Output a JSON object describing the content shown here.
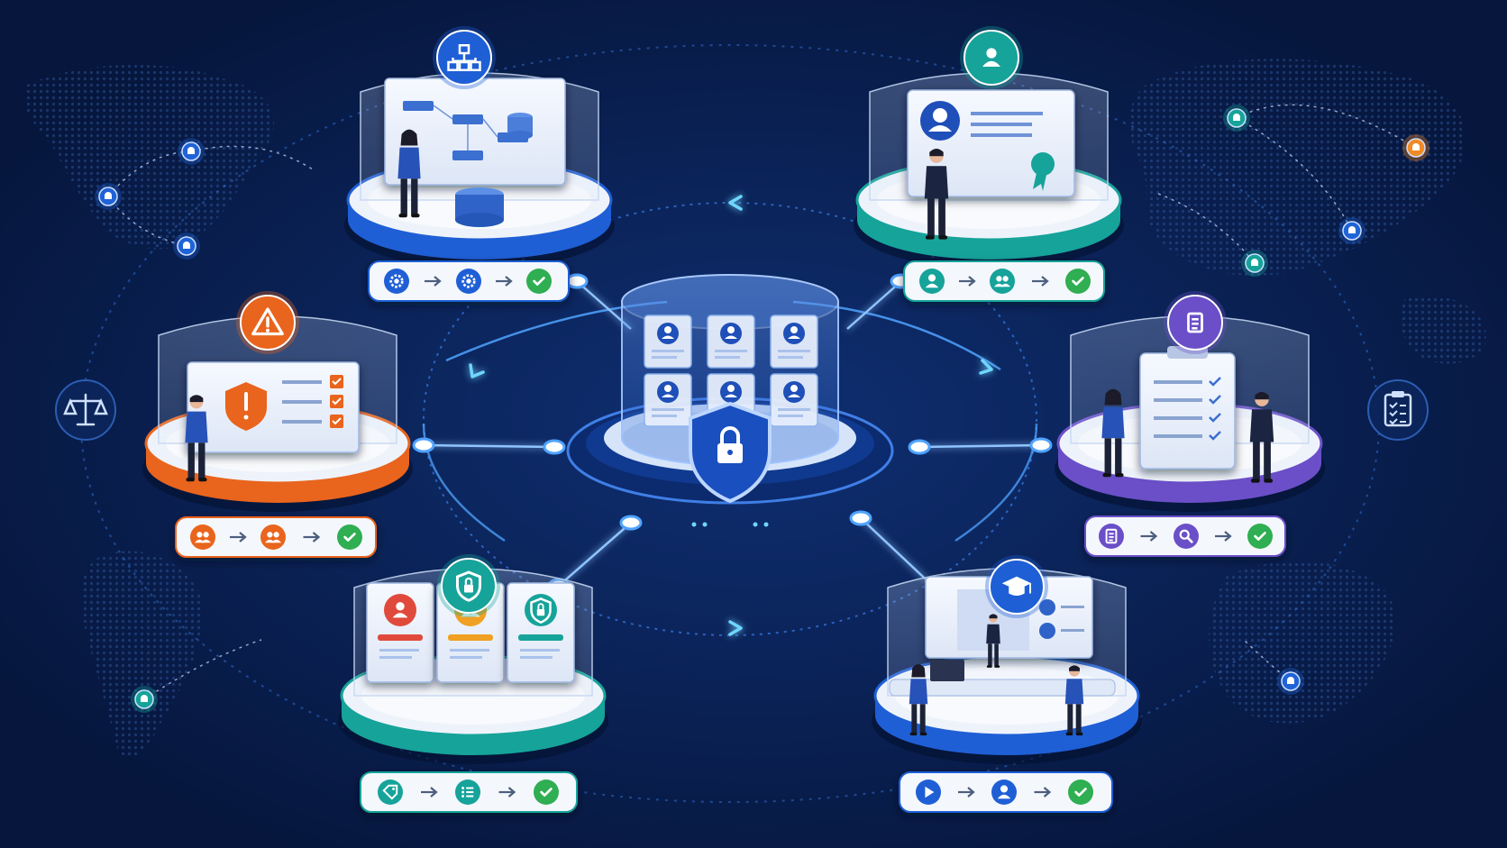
{
  "colors": {
    "background": "#071a45",
    "connector": "#4fa3ff",
    "flow_arrow": "#6fd6ff",
    "check": "#2fae52",
    "blue": "#1f5fd6",
    "teal": "#16a39a",
    "orange": "#e9641d",
    "purple": "#6a4fc8",
    "red": "#e04a3c",
    "amber": "#f0a022"
  },
  "hub": {
    "name": "secure-data-repository",
    "icons": [
      "shield-lock-icon",
      "user-profile-icon"
    ]
  },
  "modules": [
    {
      "id": "architecture",
      "badge_icon": "hierarchy-icon",
      "color": "blue",
      "scene": "person-presenting-flowchart",
      "flow": [
        "gear-icon",
        "gear-icon",
        "check-icon"
      ]
    },
    {
      "id": "identity",
      "badge_icon": "user-icon",
      "color": "teal",
      "scene": "person-with-id-certificate",
      "flow": [
        "user-icon",
        "users-icon",
        "check-icon"
      ]
    },
    {
      "id": "risk",
      "badge_icon": "warning-icon",
      "color": "orange",
      "scene": "person-reviewing-alert-checklist",
      "flow": [
        "alert-user-icon",
        "users-icon",
        "check-icon"
      ]
    },
    {
      "id": "documentation",
      "badge_icon": "document-icon",
      "color": "purple",
      "scene": "two-people-reviewing-checklist",
      "flow": [
        "document-icon",
        "search-icon",
        "check-icon"
      ]
    },
    {
      "id": "access-control",
      "badge_icon": "shield-lock-icon",
      "color": "teal",
      "scene": "role-cards",
      "flow": [
        "tag-icon",
        "list-icon",
        "check-icon"
      ]
    },
    {
      "id": "training",
      "badge_icon": "graduation-cap-icon",
      "color": "blue",
      "scene": "video-training-session",
      "flow": [
        "play-icon",
        "user-icon",
        "check-icon"
      ]
    }
  ],
  "side_icons": [
    "scales-icon",
    "clipboard-checklist-icon"
  ],
  "map_nodes": [
    "location-node-icon",
    "location-node-icon",
    "location-node-icon",
    "location-node-icon",
    "location-node-icon",
    "location-node-icon",
    "location-node-icon",
    "location-node-icon"
  ]
}
